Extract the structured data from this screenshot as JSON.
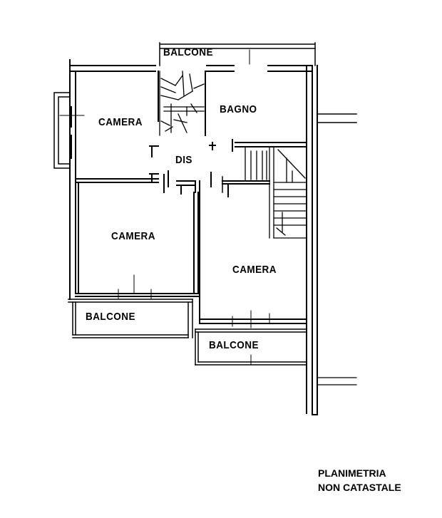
{
  "rooms": {
    "balcone_top": "BALCONE",
    "camera_top_left": "CAMERA",
    "bagno": "BAGNO",
    "dis": "DIS",
    "camera_mid_left": "CAMERA",
    "camera_right": "CAMERA",
    "balcone_left": "BALCONE",
    "balcone_bottom": "BALCONE"
  },
  "note": {
    "line1": "PLANIMETRIA",
    "line2": "NON CATASTALE"
  }
}
